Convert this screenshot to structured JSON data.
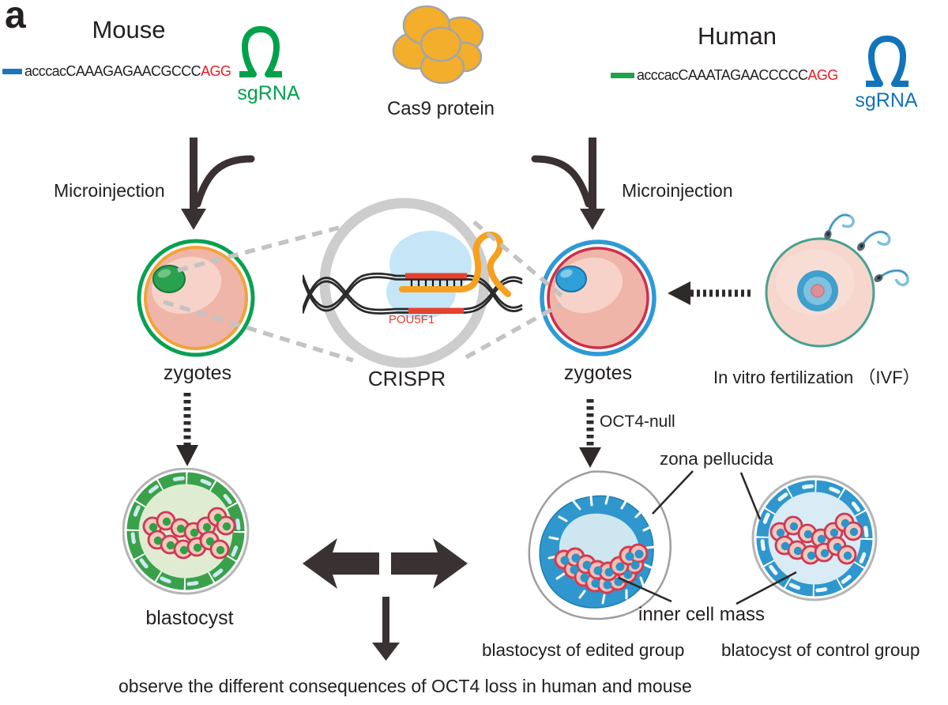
{
  "panel": {
    "label": "a"
  },
  "mouse": {
    "title": "Mouse",
    "sequence": "acccacCAAAGAGAACGCCC",
    "pam": "AGG",
    "sgrna_label": "sgRNA",
    "microinjection_label": "Microinjection",
    "zygote_label": "zygotes",
    "blastocyst_label": "blastocyst",
    "sgrna_color": "#00a14b",
    "sequence_lead_color": "#1b75bb"
  },
  "human": {
    "title": "Human",
    "sequence": "acccacCAAATAGAACCCCC",
    "pam": "AGG",
    "sgrna_label": "sgRNA",
    "microinjection_label": "Microinjection",
    "zygote_label": "zygotes",
    "oct4_null_label": "OCT4-null",
    "edited_blastocyst_label": "blastocyst of edited group",
    "control_blastocyst_label": "blatocyst of control group",
    "sgrna_color": "#1274ba",
    "sequence_lead_color": "#1fa24c"
  },
  "center": {
    "cas9_label": "Cas9 protein",
    "crispr_label": "CRISPR",
    "target_gene_label": "POU5F1"
  },
  "ivf": {
    "label": "In vitro fertilization （IVF）"
  },
  "annotations": {
    "zona_pellucida_label": "zona pellucida",
    "inner_cell_mass_label": "inner cell mass",
    "conclusion_text": "observe the different consequences of OCT4 loss in human and mouse"
  },
  "colors": {
    "pam_red": "#ed1c24",
    "target_red": "#e8412e",
    "cas9_yellow": "#f3ae2b",
    "arrow_dark": "#3a3132",
    "zona_gray": "#b5b5b5",
    "trophectoderm_green": "#3aa14b",
    "trophectoderm_blue": "#2f97cd"
  }
}
